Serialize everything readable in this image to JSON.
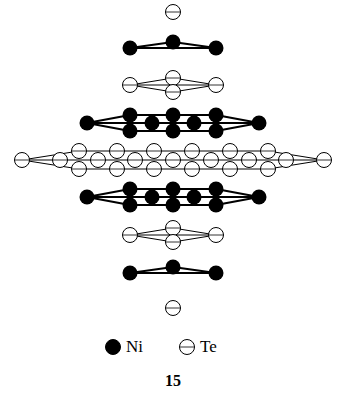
{
  "diagram": {
    "labels": [
      "15"
    ],
    "legend": [
      {
        "text": "Ni"
      },
      {
        "text": "Te"
      }
    ]
  }
}
